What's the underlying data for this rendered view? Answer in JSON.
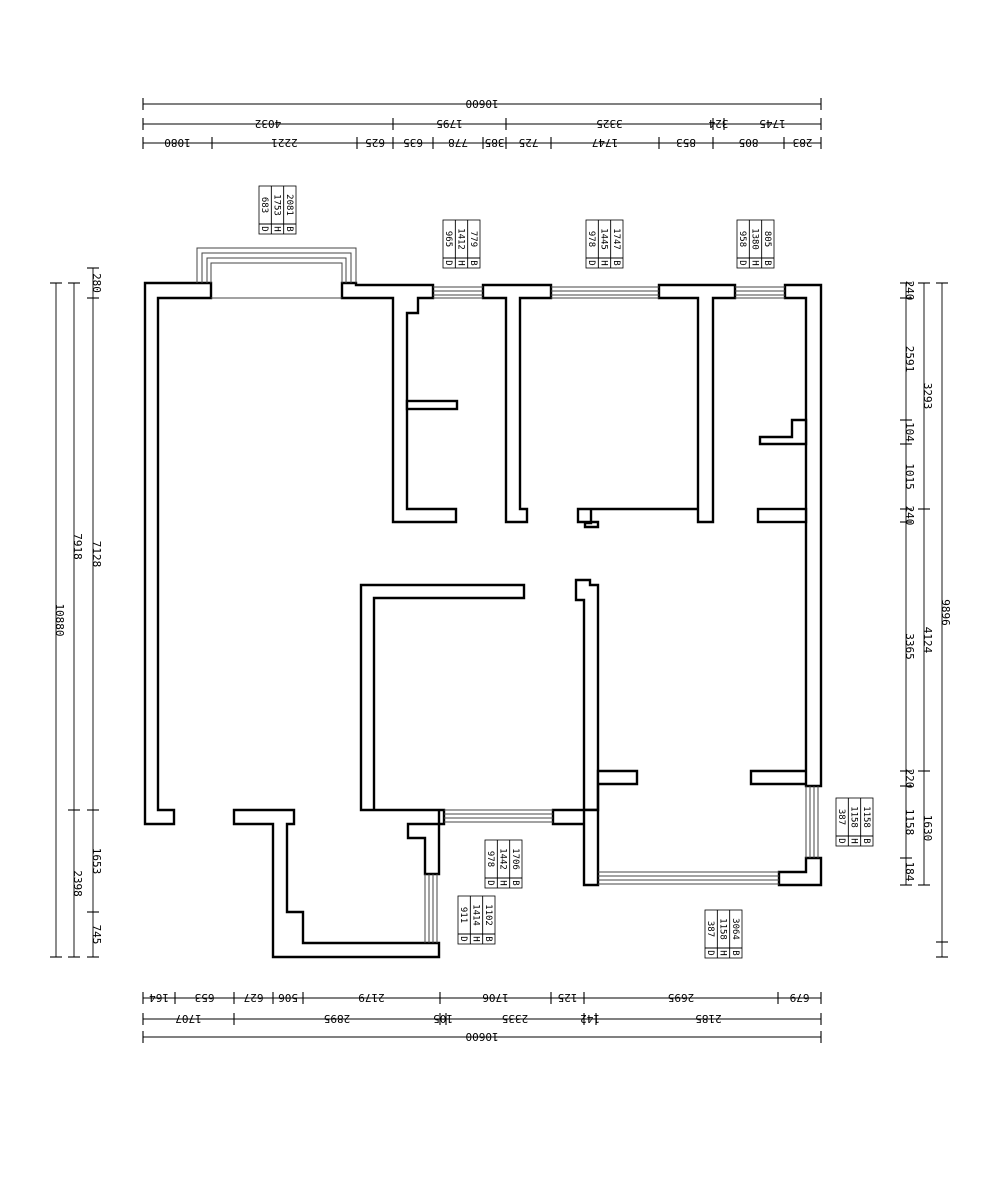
{
  "plan": {
    "units": "mm",
    "top_dims": {
      "total": "10600",
      "row2": [
        "4032",
        "1795",
        "3325",
        "324",
        "1745"
      ],
      "row3": [
        "1080",
        "2221",
        "625",
        "635",
        "778",
        "385",
        "725",
        "1747",
        "853",
        "805",
        "283"
      ]
    },
    "bottom_dims": {
      "total": "10600",
      "row1": [
        "164",
        "653",
        "627",
        "506",
        "2179",
        "1706",
        "125",
        "2695",
        "679"
      ],
      "row2": [
        "1707",
        "2895",
        "105",
        "2335",
        "142",
        "2185"
      ]
    },
    "left_dims": {
      "total": "10880",
      "mid": [
        "7918",
        "2398"
      ],
      "inner": [
        "280",
        "7128",
        "1653",
        "745"
      ]
    },
    "right_dims": {
      "total": "9896",
      "mid": [
        "3293",
        "4124",
        "1630"
      ],
      "inner": [
        "240",
        "2591",
        "104",
        "1015",
        "240",
        "3365",
        "220",
        "1158",
        "184"
      ]
    },
    "window_tables": [
      {
        "B": "2081",
        "H": "1753",
        "D": "683"
      },
      {
        "B": "779",
        "H": "1412",
        "D": "965"
      },
      {
        "B": "1747",
        "H": "1445",
        "D": "978"
      },
      {
        "B": "805",
        "H": "1380",
        "D": "958"
      },
      {
        "B": "1158",
        "H": "1158",
        "D": "387"
      },
      {
        "B": "1706",
        "H": "1442",
        "D": "978"
      },
      {
        "B": "1102",
        "H": "1414",
        "D": "911"
      },
      {
        "B": "3064",
        "H": "1158",
        "D": "387"
      }
    ],
    "row_labels": [
      "B",
      "H",
      "D"
    ]
  }
}
